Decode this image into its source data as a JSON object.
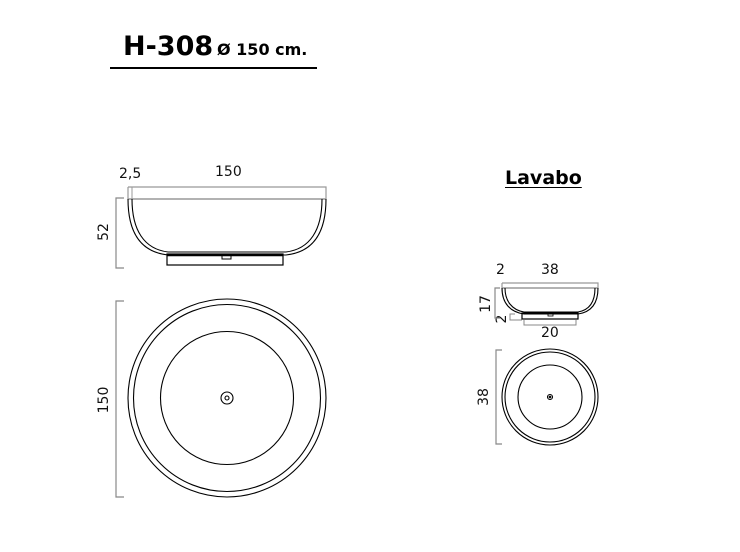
{
  "header": {
    "model": "H-308",
    "diameter_label": "Ø 150 cm."
  },
  "bathtub": {
    "side_view": {
      "rim_thickness": "2,5",
      "width": "150",
      "height": "52"
    },
    "top_view": {
      "diameter": "150"
    }
  },
  "lavabo": {
    "title": "Lavabo",
    "side_view": {
      "rim_thickness": "2",
      "width": "38",
      "height": "17",
      "base_height": "2",
      "base_width": "20"
    },
    "top_view": {
      "diameter": "38"
    }
  },
  "colors": {
    "line": "#000000",
    "dimension_line": "#888888"
  }
}
